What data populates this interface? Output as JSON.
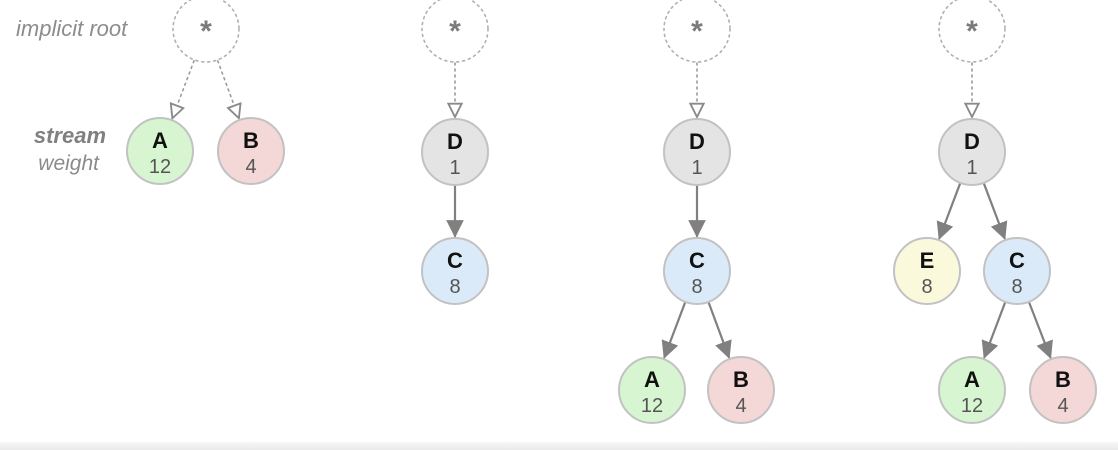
{
  "legend": {
    "root_label": "implicit root",
    "stream_label": "stream",
    "weight_label": "weight"
  },
  "colors": {
    "A": "#d6f5d0",
    "B": "#f4d7d7",
    "C": "#dbeaf8",
    "D": "#e4e4e4",
    "E": "#fbf9dc",
    "stroke": "#c2c2c2",
    "edge": "#808080",
    "root_dash": "#b0b0b0"
  },
  "diagrams": [
    {
      "root_symbol": "*",
      "nodes": [
        {
          "id": "A",
          "label": "A",
          "weight": "12"
        },
        {
          "id": "B",
          "label": "B",
          "weight": "4"
        }
      ],
      "edges": [
        {
          "from": "root",
          "to": "A",
          "style": "dashed"
        },
        {
          "from": "root",
          "to": "B",
          "style": "dashed"
        }
      ]
    },
    {
      "root_symbol": "*",
      "nodes": [
        {
          "id": "D",
          "label": "D",
          "weight": "1"
        },
        {
          "id": "C",
          "label": "C",
          "weight": "8"
        }
      ],
      "edges": [
        {
          "from": "root",
          "to": "D",
          "style": "dashed"
        },
        {
          "from": "D",
          "to": "C",
          "style": "solid"
        }
      ]
    },
    {
      "root_symbol": "*",
      "nodes": [
        {
          "id": "D",
          "label": "D",
          "weight": "1"
        },
        {
          "id": "C",
          "label": "C",
          "weight": "8"
        },
        {
          "id": "A",
          "label": "A",
          "weight": "12"
        },
        {
          "id": "B",
          "label": "B",
          "weight": "4"
        }
      ],
      "edges": [
        {
          "from": "root",
          "to": "D",
          "style": "dashed"
        },
        {
          "from": "D",
          "to": "C",
          "style": "solid"
        },
        {
          "from": "C",
          "to": "A",
          "style": "solid"
        },
        {
          "from": "C",
          "to": "B",
          "style": "solid"
        }
      ]
    },
    {
      "root_symbol": "*",
      "nodes": [
        {
          "id": "D",
          "label": "D",
          "weight": "1"
        },
        {
          "id": "E",
          "label": "E",
          "weight": "8"
        },
        {
          "id": "C",
          "label": "C",
          "weight": "8"
        },
        {
          "id": "A",
          "label": "A",
          "weight": "12"
        },
        {
          "id": "B",
          "label": "B",
          "weight": "4"
        }
      ],
      "edges": [
        {
          "from": "root",
          "to": "D",
          "style": "dashed"
        },
        {
          "from": "D",
          "to": "E",
          "style": "solid"
        },
        {
          "from": "D",
          "to": "C",
          "style": "solid"
        },
        {
          "from": "C",
          "to": "A",
          "style": "solid"
        },
        {
          "from": "C",
          "to": "B",
          "style": "solid"
        }
      ]
    }
  ]
}
